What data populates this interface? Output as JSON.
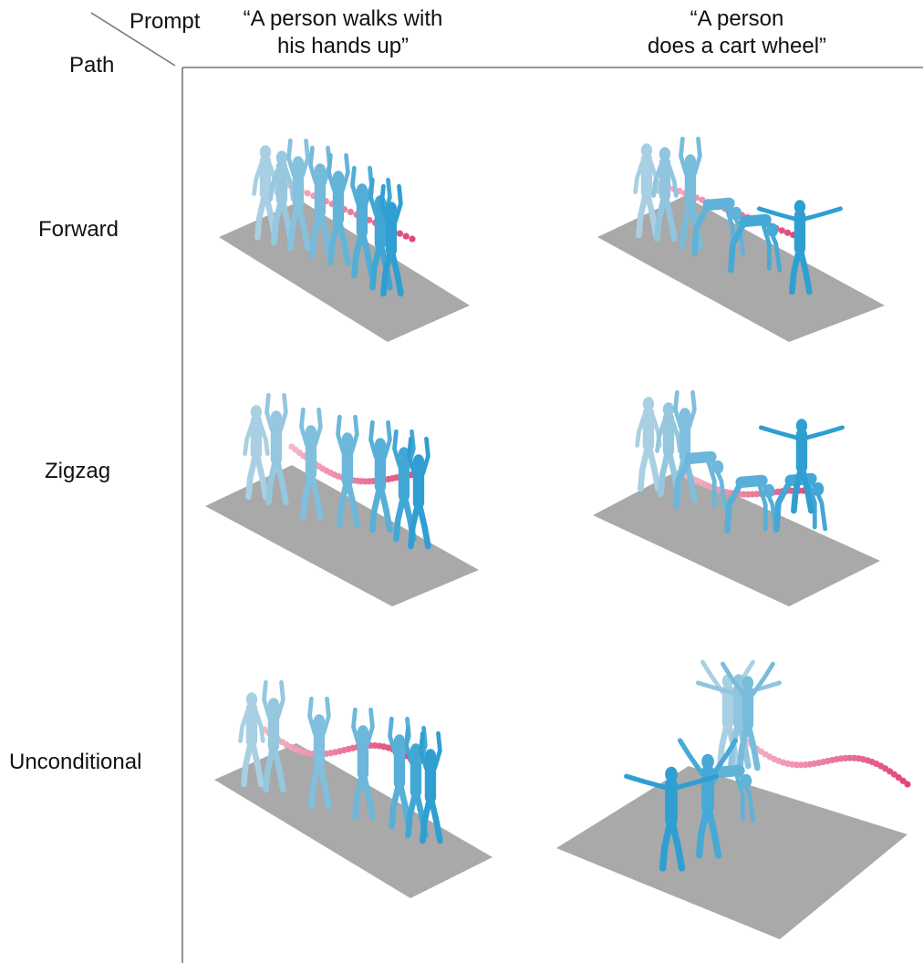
{
  "header": {
    "prompt_label": "Prompt",
    "path_label": "Path"
  },
  "columns": [
    {
      "title_line1": "“A person walks with",
      "title_line2": "his hands up”"
    },
    {
      "title_line1": "“A person",
      "title_line2": "does a cart wheel”"
    }
  ],
  "rows": [
    {
      "label": "Forward"
    },
    {
      "label": "Zigzag"
    },
    {
      "label": "Unconditional"
    }
  ],
  "colors": {
    "body_light": "#a9cfe2",
    "body_mid": "#6cb6dc",
    "body_dark": "#2f9fd2",
    "floor": "#9a9a9a",
    "path_light": "#f6b7c6",
    "path_dark": "#e0467a",
    "axis": "#777777"
  }
}
